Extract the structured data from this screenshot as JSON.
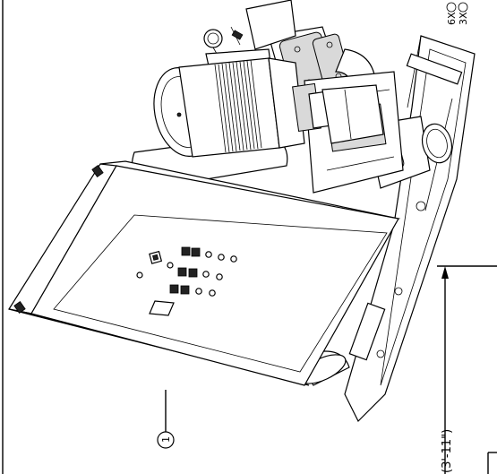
{
  "balloon": {
    "number": "1"
  },
  "dimension": {
    "label": "(3'-11\")"
  },
  "callouts": [
    {
      "text": "6X"
    },
    {
      "text": "3X"
    }
  ]
}
